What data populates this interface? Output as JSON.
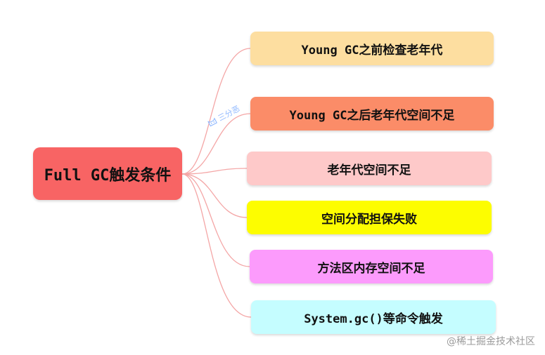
{
  "root": {
    "label": "Full GC触发条件",
    "color": "#f86464"
  },
  "branches": [
    {
      "label": "Young GC之前检查老年代",
      "color": "#fddea0"
    },
    {
      "label": "Young GC之后老年代空间不足",
      "color": "#fb8c68"
    },
    {
      "label": "老年代空间不足",
      "color": "#fec9c9"
    },
    {
      "label": "空间分配担保失败",
      "color": "#fdfd00"
    },
    {
      "label": "方法区内存空间不足",
      "color": "#fc9bfc"
    },
    {
      "label": "System.gc()等命令触发",
      "color": "#c5fdff"
    }
  ],
  "connector_color": "#f4a6a6",
  "watermarks": {
    "small": "三分恶",
    "main": "@稀土掘金技术社区"
  }
}
